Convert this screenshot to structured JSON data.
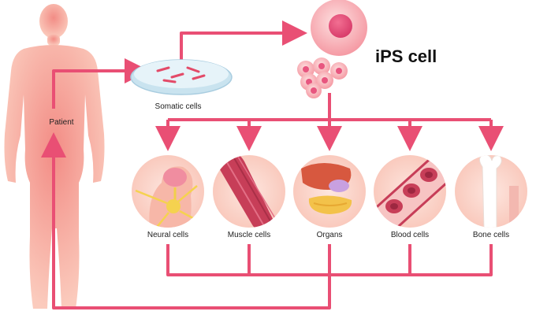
{
  "title": "iPS cell",
  "labels": {
    "patient": "Patient",
    "somatic": "Somatic cells"
  },
  "outputs": [
    {
      "label": "Neural cells",
      "icon": "neural-cell-icon"
    },
    {
      "label": "Muscle cells",
      "icon": "muscle-fiber-icon"
    },
    {
      "label": "Organs",
      "icon": "organs-icon"
    },
    {
      "label": "Blood cells",
      "icon": "blood-cells-icon"
    },
    {
      "label": "Bone cells",
      "icon": "bone-icon"
    }
  ],
  "colors": {
    "arrow": "#e94f74",
    "body": "#f6a99a",
    "circle_bg": "#fbd6cc",
    "dish": "#dbeef6",
    "cell": "#f6b0b9",
    "nucleus": "#e8557f"
  }
}
